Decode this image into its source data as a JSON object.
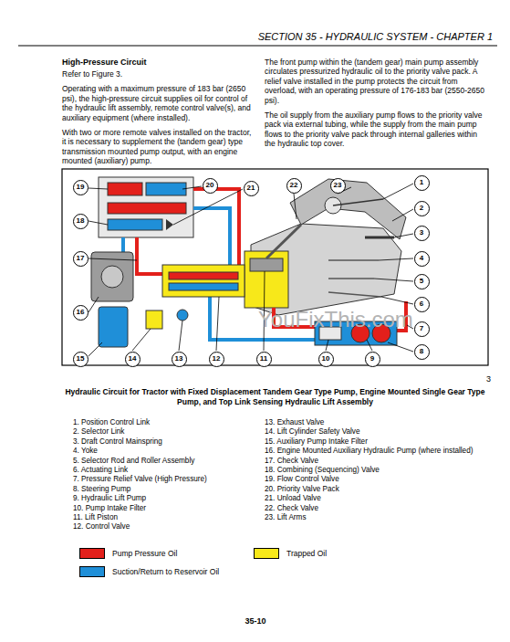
{
  "diagram": {
    "title": "SECTION 35 - HYDRAULIC SYSTEM - CHAPTER 1",
    "caption": "Hydraulic Circuit for Tractor with Fixed Displacement Tandem Gear Type Pump, Engine Mounted Single Gear Type Pump, and Top Link Sensing Hydraulic Lift Assembly",
    "nodes": [
      {
        "text": [
          "1"
        ]
      },
      {
        "text": [
          "2"
        ]
      },
      {
        "text": [
          "3"
        ]
      },
      {
        "text": [
          "4"
        ]
      },
      {
        "text": [
          "5"
        ]
      },
      {
        "text": [
          "6"
        ]
      },
      {
        "text": [
          "7"
        ]
      },
      {
        "text": [
          "8"
        ]
      },
      {
        "text": [
          "9"
        ]
      },
      {
        "text": [
          "10"
        ]
      },
      {
        "text": [
          "11"
        ]
      },
      {
        "text": [
          "12"
        ]
      },
      {
        "text": [
          "13"
        ]
      },
      {
        "text": [
          "14"
        ]
      },
      {
        "text": [
          "15"
        ]
      },
      {
        "text": [
          "16"
        ]
      },
      {
        "text": [
          "17"
        ]
      },
      {
        "text": [
          "18"
        ]
      },
      {
        "text": [
          "19"
        ]
      },
      {
        "text": [
          "20"
        ]
      },
      {
        "text": [
          "21"
        ]
      },
      {
        "text": [
          "22"
        ]
      },
      {
        "text": [
          "23"
        ]
      }
    ],
    "labels": [
      "High-Pressure Circuit",
      "Refer to Figure 3.",
      "Operating with a maximum pressure of 183 bar (2650 psi), the high-pressure circuit supplies oil for control of the hydraulic lift assembly, remote control valve(s), and auxiliary equipment (where installed).",
      "With two or more remote valves installed on the tractor, it is necessary to supplement the (tandem gear) type transmission mounted pump output, with an engine mounted (auxiliary) pump.",
      "The front pump within the (tandem gear) main pump assembly circulates pressurized hydraulic oil to the priority valve pack. A relief valve installed in the pump protects the circuit from overload, with an operating pressure of 176-183 bar (2550-2650 psi).",
      "The oil supply from the auxiliary pump flows to the priority valve pack via external tubing, while the supply from the main pump flows to the priority valve pack through internal galleries within the hydraulic top cover.",
      "3",
      "1. Position Control Link",
      "2. Selector Link",
      "3. Draft Control Mainspring",
      "4. Yoke",
      "5. Selector Rod and Roller Assembly",
      "6. Actuating Link",
      "7. Pressure Relief Valve (High Pressure)",
      "8. Steering Pump",
      "9. Hydraulic Lift Pump",
      "10. Pump Intake Filter",
      "11. Lift Piston",
      "12. Control Valve",
      "13. Exhaust Valve",
      "14. Lift Cylinder Safety Valve",
      "15. Auxiliary Pump Intake Filter",
      "16. Engine Mounted Auxiliary Hydraulic Pump (where installed)",
      "17. Check Valve",
      "18. Combining (Sequencing) Valve",
      "19. Flow Control Valve",
      "20. Priority Valve Pack",
      "21. Unload Valve",
      "22. Check Valve",
      "23. Lift Arms",
      "35-10",
      "YouFixThis.com"
    ],
    "legend": [
      {
        "text": "Pump Pressure Oil",
        "color": "#e3201b"
      },
      {
        "text": "Trapped Oil",
        "color": "#f7e81a"
      },
      {
        "text": "Suction/Return to Reservoir Oil",
        "color": "#1f8fd8"
      }
    ]
  }
}
